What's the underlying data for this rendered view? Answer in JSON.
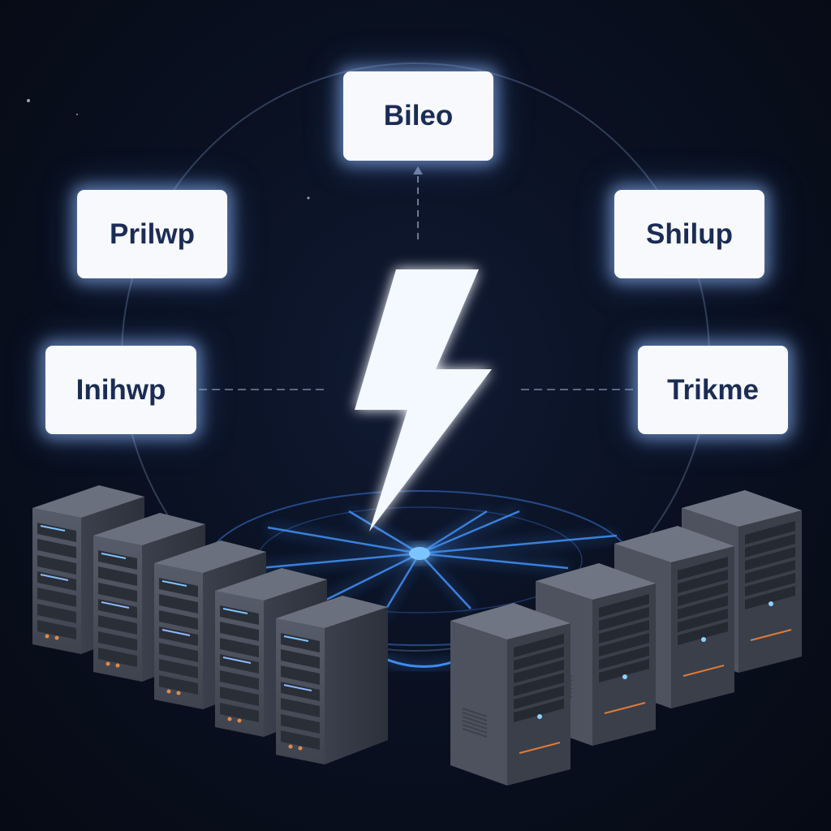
{
  "diagram": {
    "nodes": [
      {
        "id": "top",
        "label": "Bileo"
      },
      {
        "id": "upper-left",
        "label": "Prilwp"
      },
      {
        "id": "upper-right",
        "label": "Shilup"
      },
      {
        "id": "lower-left",
        "label": "Inihwp"
      },
      {
        "id": "lower-right",
        "label": "Trikme"
      }
    ],
    "center_icon": "lightning-bolt-icon",
    "hub_icon": "network-hub-icon",
    "server_count_left": 5,
    "server_count_right": 4
  },
  "colors": {
    "background": "#0a1122",
    "node_fill": "#f7f9fd",
    "node_text": "#1b2c55",
    "accent": "#4aa8ff",
    "server": "#4a4f5c"
  }
}
